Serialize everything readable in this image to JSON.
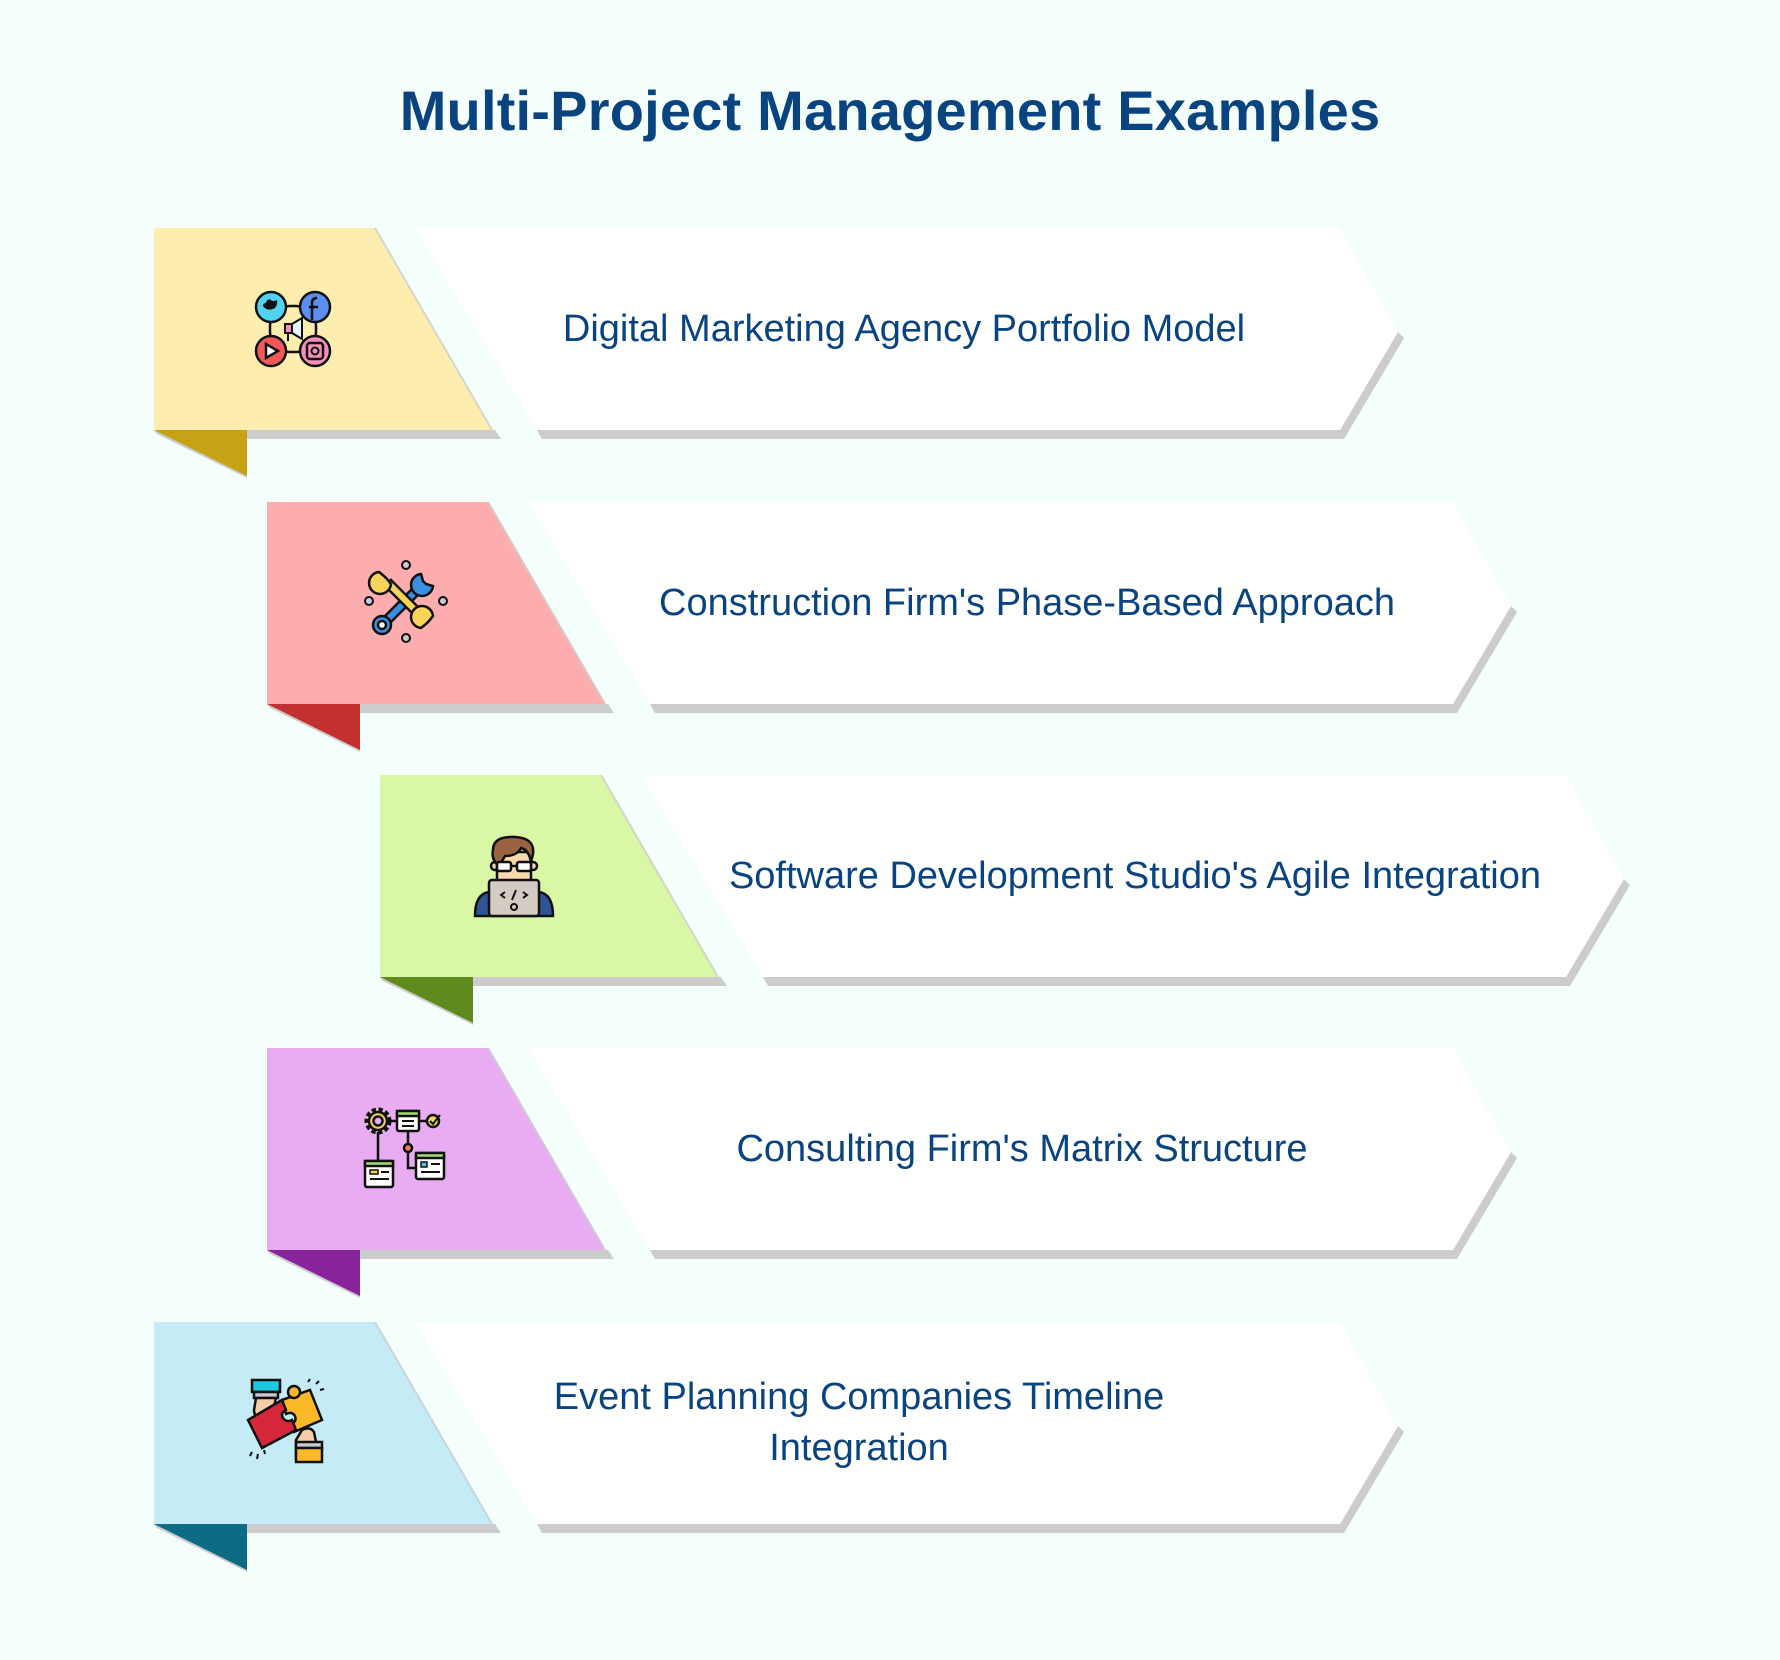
{
  "title": "Multi-Project Management Examples",
  "colors": {
    "background": "#f4fefb",
    "text": "#0a4480",
    "panel": "#ffffff",
    "shadow": "#cccccc"
  },
  "items": [
    {
      "label": "Digital Marketing Agency Portfolio Model",
      "icon": "social-media-megaphone-icon",
      "block_color": "#fdeeb0",
      "fold_color": "#c6a214"
    },
    {
      "label": "Construction Firm's Phase-Based Approach",
      "icon": "crossed-wrenches-icon",
      "block_color": "#fdadad",
      "fold_color": "#c23030"
    },
    {
      "label": "Software Development Studio's Agile Integration",
      "icon": "developer-laptop-icon",
      "block_color": "#daf7a6",
      "fold_color": "#5e8a1e"
    },
    {
      "label": "Consulting Firm's Matrix Structure",
      "icon": "workflow-gear-icon",
      "block_color": "#e7acf2",
      "fold_color": "#88259c"
    },
    {
      "label": "Event Planning Companies Timeline Integration",
      "icon": "puzzle-hands-icon",
      "block_color": "#c5ebf7",
      "fold_color": "#0e6b86"
    }
  ]
}
